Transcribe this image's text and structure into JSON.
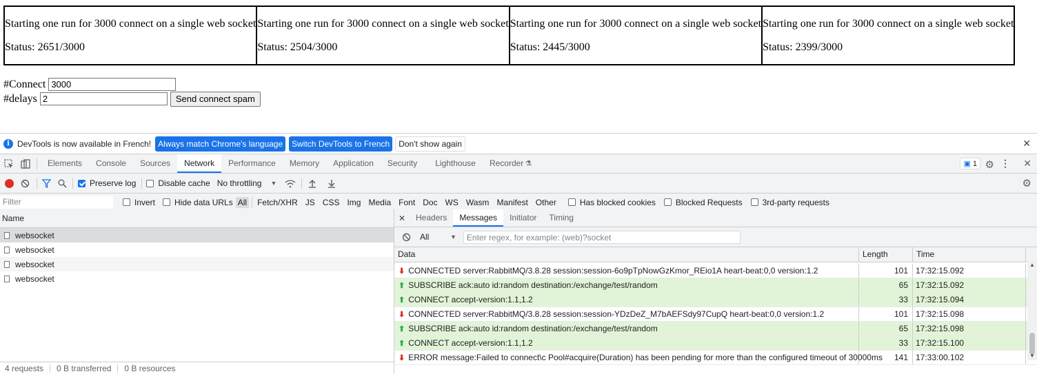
{
  "page": {
    "runs": [
      {
        "title": "Starting one run for 3000 connect on a single web socket",
        "status": "Status: 2651/3000"
      },
      {
        "title": "Starting one run for 3000 connect on a single web socket",
        "status": "Status: 2504/3000"
      },
      {
        "title": "Starting one run for 3000 connect on a single web socket",
        "status": "Status: 2445/3000"
      },
      {
        "title": "Starting one run for 3000 connect on a single web socket",
        "status": "Status: 2399/3000"
      }
    ],
    "connect_label": "#Connect",
    "connect_value": "3000",
    "delays_label": "#delays",
    "delays_value": "2",
    "send_button": "Send connect spam"
  },
  "devtools": {
    "infobar": {
      "message": "DevTools is now available in French!",
      "btn_match": "Always match Chrome's language",
      "btn_switch": "Switch DevTools to French",
      "btn_dismiss": "Don't show again",
      "close": "✕"
    },
    "tabs": [
      "Elements",
      "Console",
      "Sources",
      "Network",
      "Performance",
      "Memory",
      "Application",
      "Security",
      "Lighthouse",
      "Recorder"
    ],
    "active_tab": "Network",
    "issues_count": "1",
    "toolbar": {
      "preserve_log": "Preserve log",
      "disable_cache": "Disable cache",
      "throttling": "No throttling"
    },
    "filterbar": {
      "filter_placeholder": "Filter",
      "invert": "Invert",
      "hide_data_urls": "Hide data URLs",
      "types": [
        "All",
        "Fetch/XHR",
        "JS",
        "CSS",
        "Img",
        "Media",
        "Font",
        "Doc",
        "WS",
        "Wasm",
        "Manifest",
        "Other"
      ],
      "blocked_cookies": "Has blocked cookies",
      "blocked_requests": "Blocked Requests",
      "third_party": "3rd-party requests"
    },
    "requests": {
      "header": "Name",
      "items": [
        "websocket",
        "websocket",
        "websocket",
        "websocket"
      ]
    },
    "status_bar": {
      "requests": "4 requests",
      "transferred": "0 B transferred",
      "resources": "0 B resources"
    },
    "detail": {
      "tabs": [
        "Headers",
        "Messages",
        "Initiator",
        "Timing"
      ],
      "active_tab": "Messages",
      "filter_select": "All",
      "regex_placeholder": "Enter regex, for example: (web)?socket",
      "columns": [
        "Data",
        "Length",
        "Time"
      ],
      "messages": [
        {
          "dir": "down",
          "data": "CONNECTED server:RabbitMQ/3.8.28 session:session-6o9pTpNowGzKmor_REio1A heart-beat:0,0 version:1.2",
          "length": "101",
          "time": "17:32:15.092"
        },
        {
          "dir": "up",
          "data": "SUBSCRIBE ack:auto id:random destination:/exchange/test/random",
          "length": "65",
          "time": "17:32:15.092"
        },
        {
          "dir": "up",
          "data": "CONNECT accept-version:1.1,1.2",
          "length": "33",
          "time": "17:32:15.094"
        },
        {
          "dir": "down",
          "data": "CONNECTED server:RabbitMQ/3.8.28 session:session-YDzDeZ_M7bAEFSdy97CupQ heart-beat:0,0 version:1.2",
          "length": "101",
          "time": "17:32:15.098"
        },
        {
          "dir": "up",
          "data": "SUBSCRIBE ack:auto id:random destination:/exchange/test/random",
          "length": "65",
          "time": "17:32:15.098"
        },
        {
          "dir": "up",
          "data": "CONNECT accept-version:1.1,1.2",
          "length": "33",
          "time": "17:32:15.100"
        },
        {
          "dir": "down",
          "data": "ERROR message:Failed to connect\\c Pool#acquire(Duration) has been pending for more than the configured timeout of 30000ms",
          "length": "141",
          "time": "17:33:00.102"
        }
      ]
    },
    "colors": {
      "accent": "#1a73e8",
      "sent_bg": "#e2f4d7",
      "received_arrow": "#d93025",
      "sent_arrow": "#34a853"
    }
  }
}
